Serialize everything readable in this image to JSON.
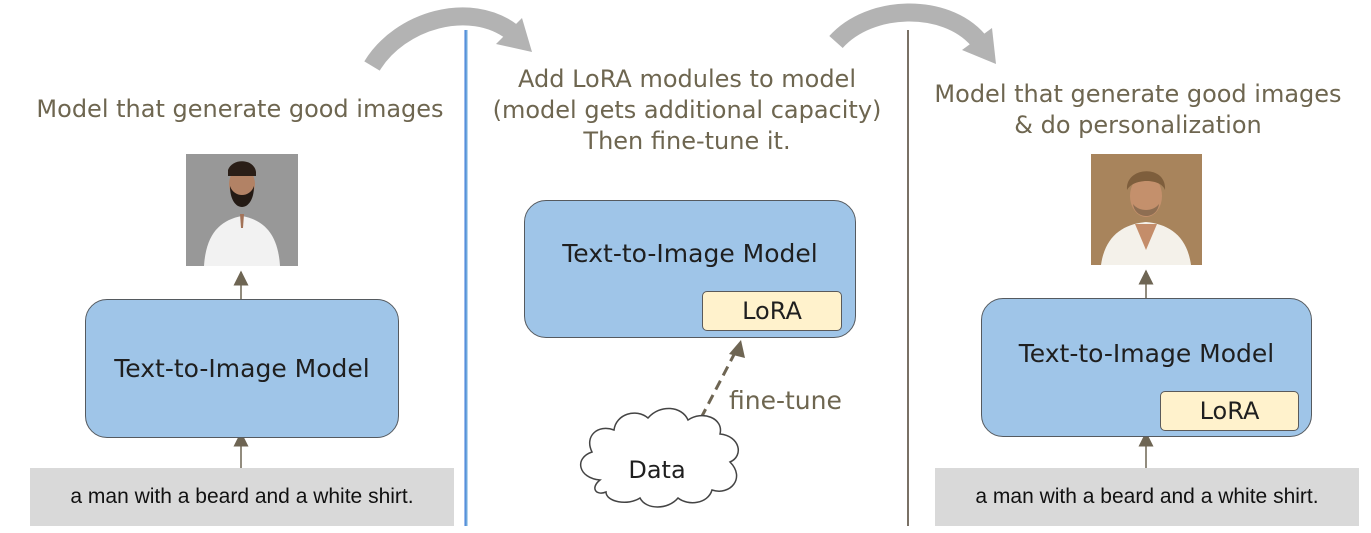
{
  "left": {
    "heading": "Model that generate good images",
    "model_label": "Text-to-Image Model",
    "prompt": "a man with a beard and a white shirt."
  },
  "middle": {
    "heading_lines": [
      "Add LoRA modules to model",
      "(model gets additional capacity)",
      "Then fine-tune it."
    ],
    "model_label": "Text-to-Image Model",
    "lora_label": "LoRA",
    "edge_label": "fine-tune",
    "data_label": "Data"
  },
  "right": {
    "heading_lines": [
      "Model that generate good images",
      "& do personalization"
    ],
    "model_label": "Text-to-Image Model",
    "lora_label": "LoRA",
    "prompt": "a man with a beard and a white shirt."
  },
  "colors": {
    "heading_text": "#6e6650",
    "model_fill": "#9fc5e8",
    "lora_fill": "#fff2cc",
    "prompt_fill": "#d9d9d9",
    "arrow_gray": "#b0b0b0",
    "divider_blue": "#4a86e8"
  },
  "icons": [
    "curved-arrow-icon",
    "cloud-icon",
    "person-photo"
  ]
}
